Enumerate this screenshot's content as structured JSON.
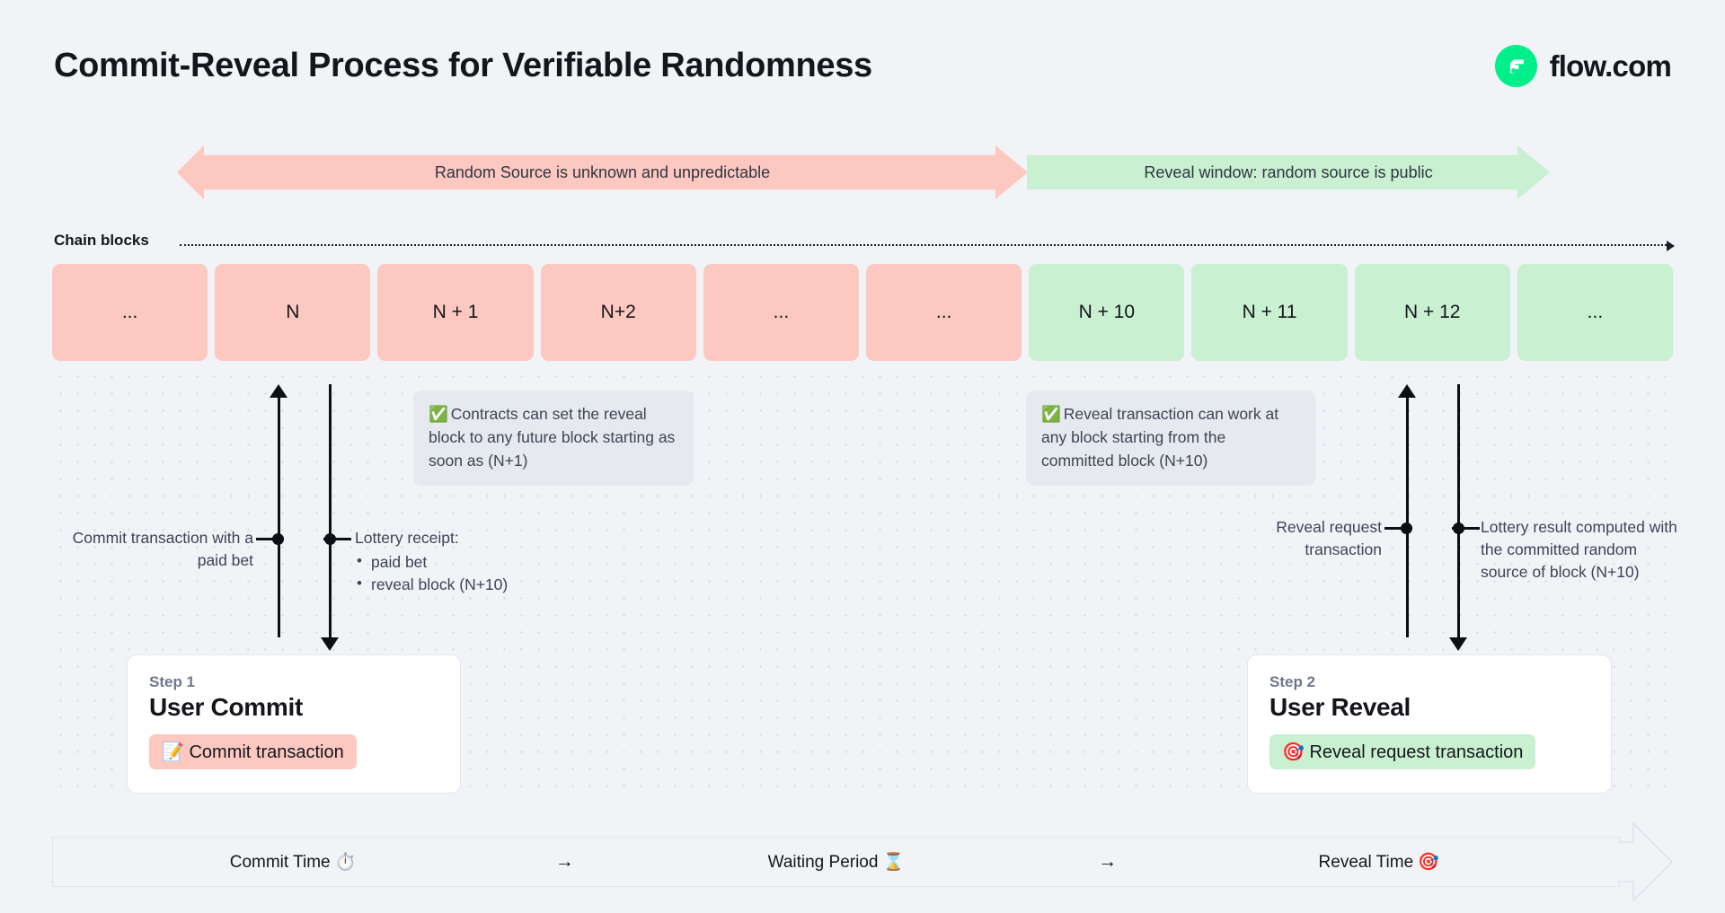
{
  "header": {
    "title": "Commit-Reveal Process for Verifiable Randomness",
    "brand_name": "flow.com",
    "brand_color": "#00ef8b"
  },
  "phases": [
    {
      "id": "unknown",
      "label": "Random Source is unknown and unpredictable",
      "color": "#fcc8c0",
      "direction": "double"
    },
    {
      "id": "reveal",
      "label": "Reveal window: random source is public",
      "color": "#c9f0d1",
      "direction": "right"
    }
  ],
  "chain": {
    "label": "Chain blocks",
    "blocks": [
      {
        "label": "...",
        "state": "pink"
      },
      {
        "label": "N",
        "state": "pink"
      },
      {
        "label": "N + 1",
        "state": "pink"
      },
      {
        "label": "N+2",
        "state": "pink"
      },
      {
        "label": "...",
        "state": "pink"
      },
      {
        "label": "...",
        "state": "pink"
      },
      {
        "label": "N + 10",
        "state": "green"
      },
      {
        "label": "N + 11",
        "state": "green"
      },
      {
        "label": "N + 12",
        "state": "green"
      },
      {
        "label": "...",
        "state": "green"
      }
    ]
  },
  "callouts": {
    "commit": {
      "check": "✅",
      "text": "Contracts can set the reveal block to any future block starting as soon as (N+1)"
    },
    "reveal": {
      "check": "✅",
      "text": "Reveal transaction can work at any block starting from the committed block (N+10)"
    }
  },
  "annotations": {
    "commit_tx": "Commit transaction with a paid bet",
    "lottery_receipt_title": "Lottery receipt:",
    "lottery_receipt_items": [
      "paid bet",
      "reveal block (N+10)"
    ],
    "reveal_request": "Reveal request transaction",
    "lottery_result": "Lottery result computed with the committed random source of block (N+10)"
  },
  "steps": [
    {
      "eyebrow": "Step 1",
      "title": "User Commit",
      "pill_icon": "📝",
      "pill_label": "Commit transaction",
      "pill_color": "#fcc8c0"
    },
    {
      "eyebrow": "Step 2",
      "title": "User Reveal",
      "pill_icon": "🎯",
      "pill_label": "Reveal request transaction",
      "pill_color": "#c9f0d1"
    }
  ],
  "timeline": {
    "phases": [
      "Commit Time ⏱️",
      "Waiting Period ⌛",
      "Reveal Time 🎯"
    ],
    "separator": "→"
  }
}
